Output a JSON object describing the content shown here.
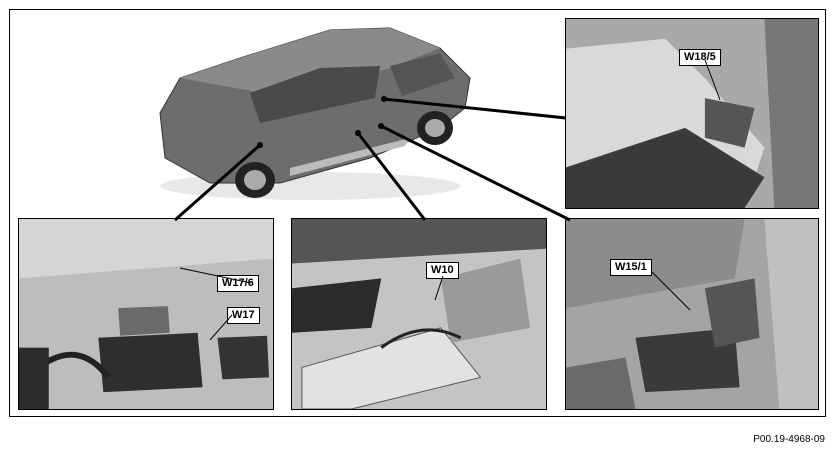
{
  "labels": {
    "w18_5": "W18/5",
    "w17_6": "W17/6",
    "w17": "W17",
    "w10": "W10",
    "w15_1": "W15/1"
  },
  "reference_code": "P00.19-4968-09",
  "colors": {
    "line": "#000000",
    "photo_bg": "#b9b9b9",
    "car_body": "#6d6d6d"
  }
}
